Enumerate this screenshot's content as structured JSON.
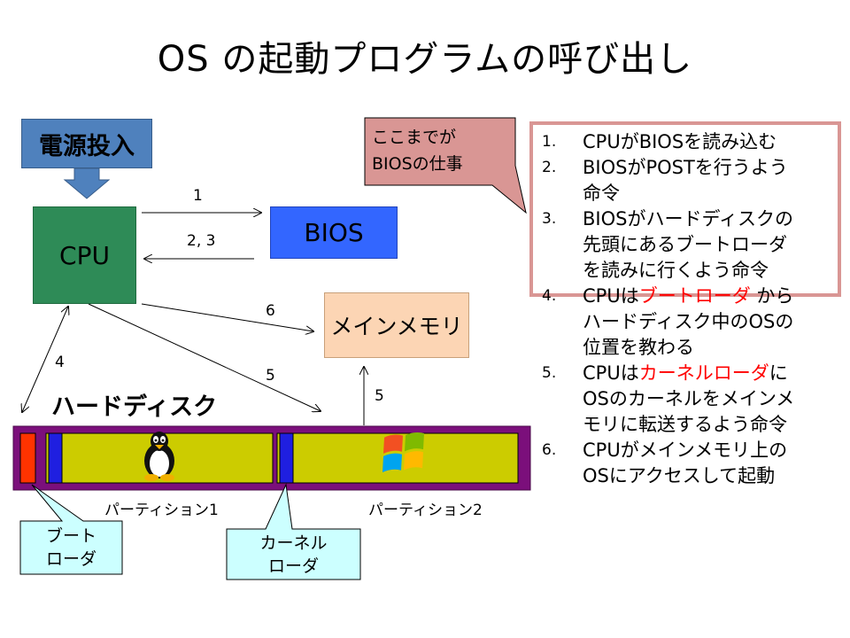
{
  "title": "OS の起動プログラムの呼び出し",
  "power_on": "電源投入",
  "cpu": "CPU",
  "bios": "BIOS",
  "main_memory": "メインメモリ",
  "hard_disk": "ハードディスク",
  "arrows": {
    "a1": "1",
    "a23": "2, 3",
    "a4": "4",
    "a5": "5",
    "a5b": "5",
    "a6": "6"
  },
  "partitions": [
    "パーティション1",
    "パーティション2"
  ],
  "boot_loader": [
    "ブート",
    "ローダ"
  ],
  "kernel_loader": [
    "カーネル",
    "ローダ"
  ],
  "bios_note": [
    "ここまでが",
    "BIOSの仕事"
  ],
  "steps": [
    {
      "num": "1.",
      "lines": [
        {
          "parts": [
            {
              "t": "CPUがBIOSを読み込む",
              "c": "n"
            }
          ]
        }
      ]
    },
    {
      "num": "2.",
      "lines": [
        {
          "parts": [
            {
              "t": "BIOSがPOSTを行うよう",
              "c": "n"
            }
          ]
        },
        {
          "parts": [
            {
              "t": "命令",
              "c": "n"
            }
          ]
        }
      ]
    },
    {
      "num": "3.",
      "lines": [
        {
          "parts": [
            {
              "t": "BIOSがハードディスクの",
              "c": "n"
            }
          ]
        },
        {
          "parts": [
            {
              "t": "先頭にあるブートローダ",
              "c": "n"
            }
          ]
        },
        {
          "parts": [
            {
              "t": "を読みに行くよう命令",
              "c": "n"
            }
          ]
        }
      ]
    },
    {
      "num": "4.",
      "lines": [
        {
          "parts": [
            {
              "t": "CPUは",
              "c": "n"
            },
            {
              "t": "ブートローダ",
              "c": "r"
            },
            {
              "t": " から",
              "c": "n"
            }
          ]
        },
        {
          "parts": [
            {
              "t": "ハードディスク中のOSの",
              "c": "n"
            }
          ]
        },
        {
          "parts": [
            {
              "t": "位置を教わる",
              "c": "n"
            }
          ]
        }
      ]
    },
    {
      "num": "5.",
      "lines": [
        {
          "parts": [
            {
              "t": "CPUは",
              "c": "n"
            },
            {
              "t": "カーネルローダ",
              "c": "r"
            },
            {
              "t": "に",
              "c": "n"
            }
          ]
        },
        {
          "parts": [
            {
              "t": "OSのカーネルをメインメ",
              "c": "n"
            }
          ]
        },
        {
          "parts": [
            {
              "t": "モリに転送するよう命令",
              "c": "n"
            }
          ]
        }
      ]
    },
    {
      "num": "6.",
      "lines": [
        {
          "parts": [
            {
              "t": "CPUがメインメモリ上の",
              "c": "n"
            }
          ]
        },
        {
          "parts": [
            {
              "t": "OSにアクセスして起動",
              "c": "n"
            }
          ]
        }
      ]
    }
  ],
  "colors": {
    "hdd_frame": "#7b0f7b",
    "partition_fill": "#cccc00",
    "boot_block": "#ff3300",
    "loader_block": "#1f1fe0",
    "note_fill": "#d99694",
    "callout_boot": "#ccffff",
    "callout_kernel": "#ccffff",
    "highlight": "#d99694"
  },
  "icons": [
    "tux-penguin-icon",
    "windows-logo-icon"
  ]
}
